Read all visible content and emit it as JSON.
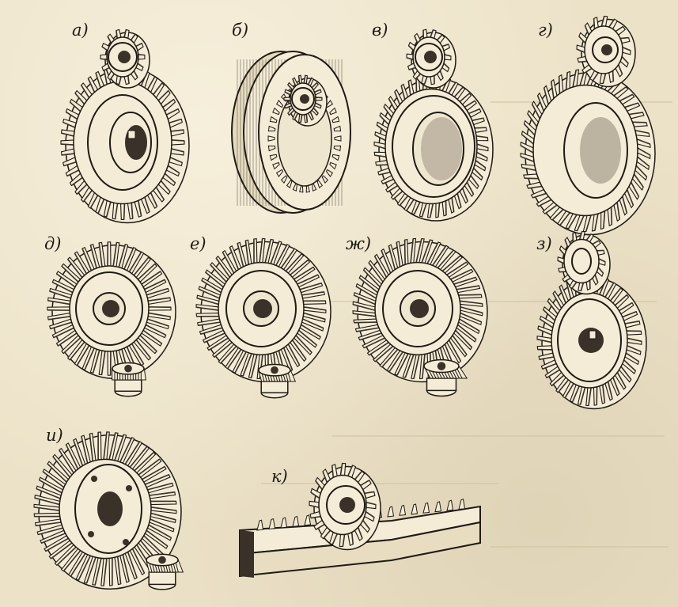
{
  "figure": {
    "labels": {
      "a": "а)",
      "b": "б)",
      "v": "в)",
      "g": "г)",
      "d": "д)",
      "e": "е)",
      "zh": "ж)",
      "z": "з)",
      "i": "и)",
      "k": "к)"
    },
    "panels": [
      {
        "id": "a",
        "content": "external spur gear pair"
      },
      {
        "id": "b",
        "content": "internal gear with pinion"
      },
      {
        "id": "v",
        "content": "helical gear pair"
      },
      {
        "id": "g",
        "content": "herringbone gear pair"
      },
      {
        "id": "d",
        "content": "straight bevel gear pair"
      },
      {
        "id": "e",
        "content": "skew bevel gear pair"
      },
      {
        "id": "zh",
        "content": "spiral bevel gear pair"
      },
      {
        "id": "z",
        "content": "crossed helical gear pair"
      },
      {
        "id": "i",
        "content": "hypoid gear pair"
      },
      {
        "id": "k",
        "content": "rack and pinion"
      }
    ],
    "colors": {
      "ink": "#1f1a14",
      "paper": "#ece2c8",
      "face": "#f4ecd6",
      "shade": "#3a3128"
    }
  }
}
